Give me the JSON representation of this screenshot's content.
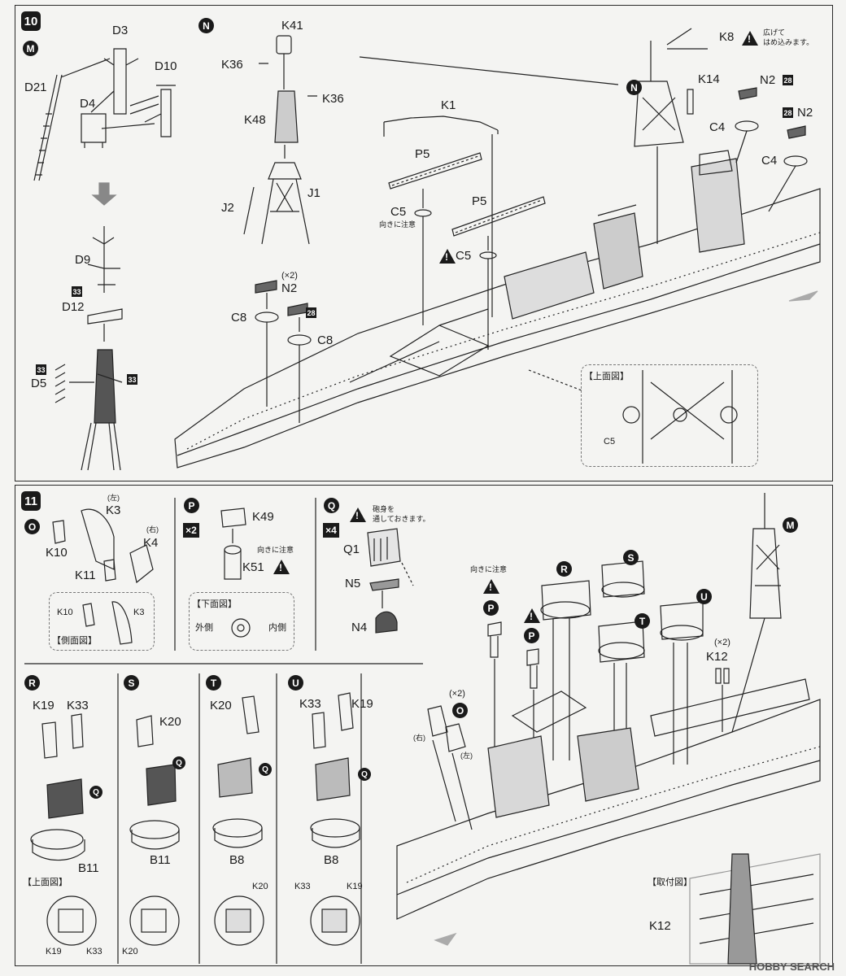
{
  "steps": {
    "s10": "10",
    "s11": "11"
  },
  "circles": {
    "M": "M",
    "N": "N",
    "O": "O",
    "P": "P",
    "Q": "Q",
    "R": "R",
    "S": "S",
    "T": "T",
    "U": "U"
  },
  "chips": {
    "c33": "33",
    "c28": "28"
  },
  "multipliers": {
    "x2": "×2",
    "x4": "×4",
    "paren_x2": "(×2)"
  },
  "parts": {
    "D3": "D3",
    "D10": "D10",
    "D21": "D21",
    "D4": "D4",
    "D9": "D9",
    "D12": "D12",
    "D5": "D5",
    "K41": "K41",
    "K36": "K36",
    "K48": "K48",
    "J1": "J1",
    "J2": "J2",
    "N2": "N2",
    "C8": "C8",
    "K1": "K1",
    "P5": "P5",
    "C5": "C5",
    "K8": "K8",
    "K14": "K14",
    "C4": "C4",
    "K3": "K3",
    "K4": "K4",
    "K10": "K10",
    "K11": "K11",
    "K49": "K49",
    "K51": "K51",
    "Q1": "Q1",
    "N5": "N5",
    "N4": "N4",
    "K12": "K12",
    "K19": "K19",
    "K33": "K33",
    "K20": "K20",
    "B11": "B11",
    "B8": "B8"
  },
  "notes": {
    "left": "(左)",
    "right": "(右)",
    "orientation": "向きに注意",
    "spread_line1": "広げて",
    "spread_line2": "はめ込みます。",
    "barrel_line1": "砲身を",
    "barrel_line2": "通しておきます。",
    "top_view": "【上面図】",
    "bottom_view": "【下面図】",
    "side_view": "【側面図】",
    "mount_view": "【取付図】",
    "outer": "外側",
    "inner": "内側"
  },
  "watermark": "HOBBY SEARCH"
}
